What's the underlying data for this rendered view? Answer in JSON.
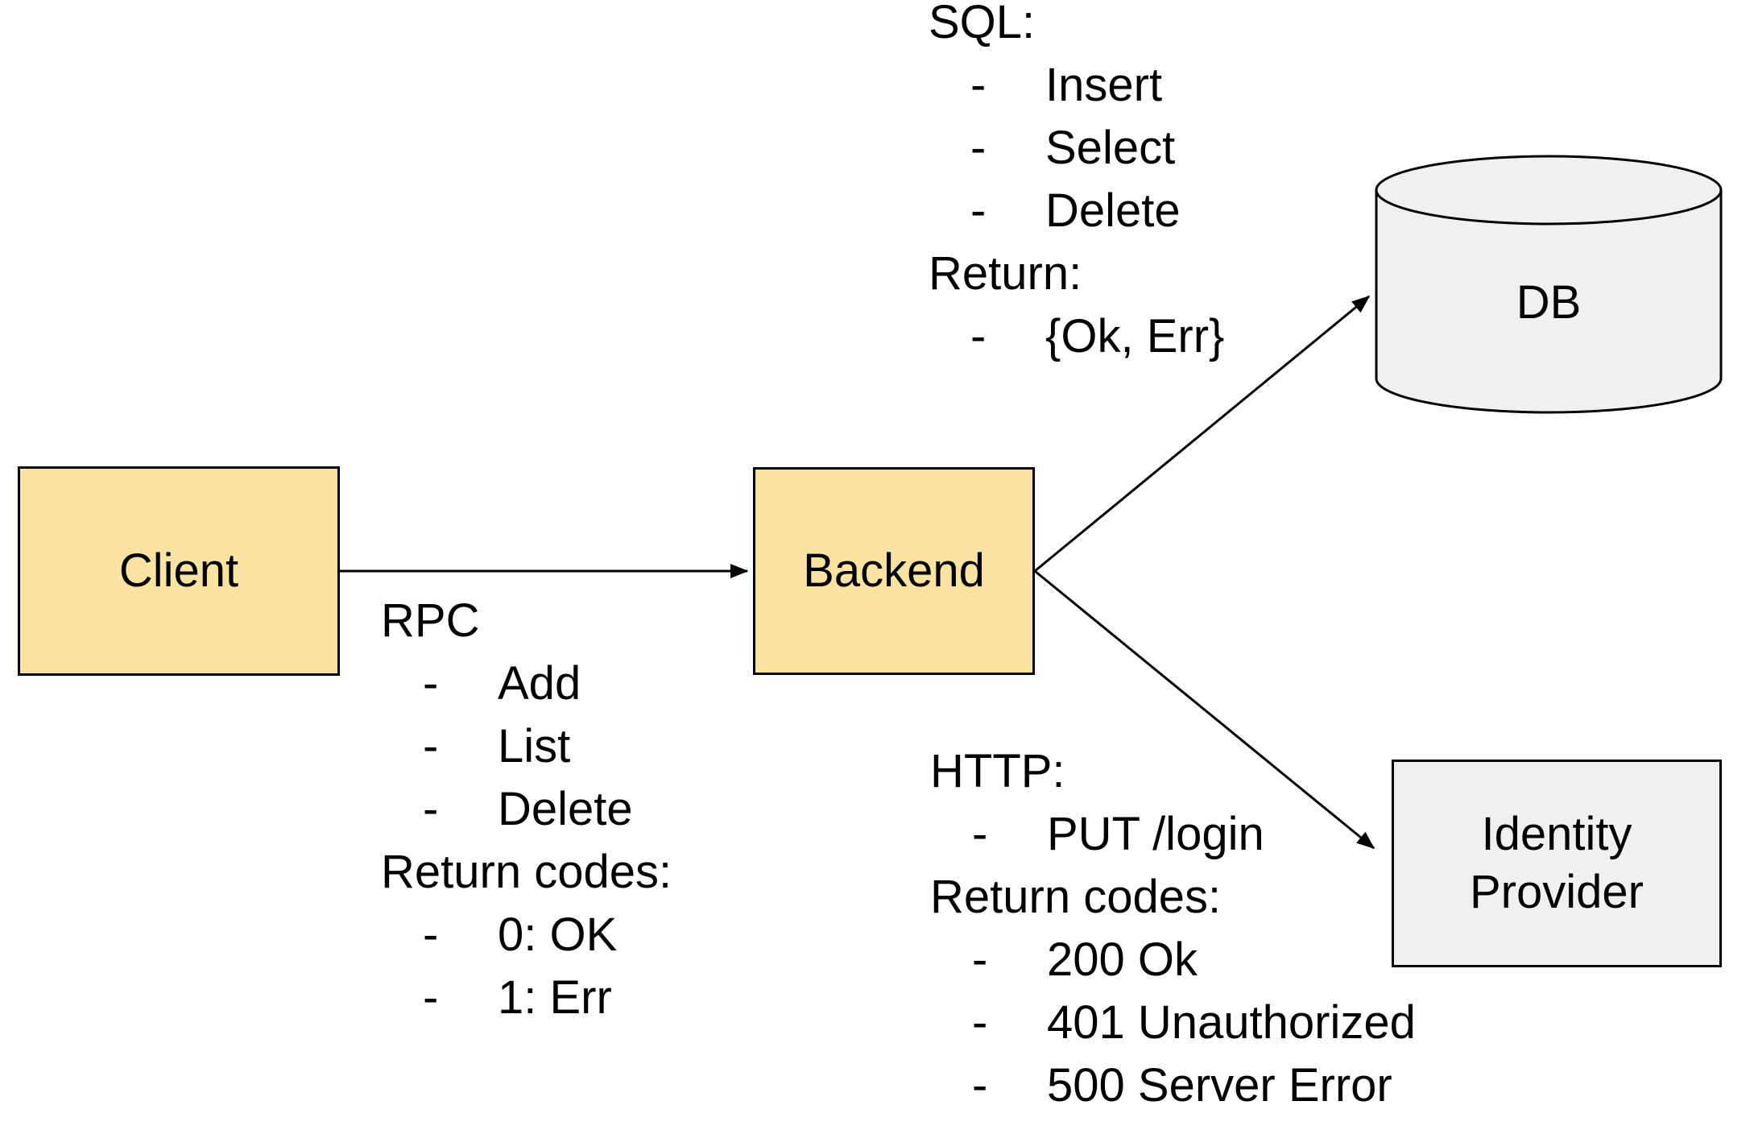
{
  "diagram": {
    "bullet": "-",
    "colors": {
      "node_yellow": "#f8e3a1",
      "node_gray": "#f0f0f0",
      "stroke": "#000000",
      "text": "#000000",
      "background": "#ffffff"
    },
    "nodes": {
      "client": {
        "label": "Client",
        "shape": "rect"
      },
      "backend": {
        "label": "Backend",
        "shape": "rect"
      },
      "db": {
        "label": "DB",
        "shape": "cylinder"
      },
      "identity_provider": {
        "label_lines": [
          "Identity",
          "Provider"
        ],
        "shape": "rect"
      }
    },
    "edges": [
      {
        "from": "client",
        "to": "backend",
        "note": {
          "title": "RPC",
          "items": [
            "Add",
            "List",
            "Delete"
          ],
          "subtitle": "Return codes:",
          "subitems": [
            "0: OK",
            "1: Err"
          ]
        }
      },
      {
        "from": "backend",
        "to": "db",
        "note": {
          "title": "SQL:",
          "items": [
            "Insert",
            "Select",
            "Delete"
          ],
          "subtitle": "Return:",
          "subitems": [
            "{Ok, Err}"
          ]
        }
      },
      {
        "from": "backend",
        "to": "identity_provider",
        "note": {
          "title": "HTTP:",
          "items": [
            "PUT /login"
          ],
          "subtitle": "Return codes:",
          "subitems": [
            "200 Ok",
            "401 Unauthorized",
            "500 Server Error"
          ]
        }
      }
    ]
  }
}
